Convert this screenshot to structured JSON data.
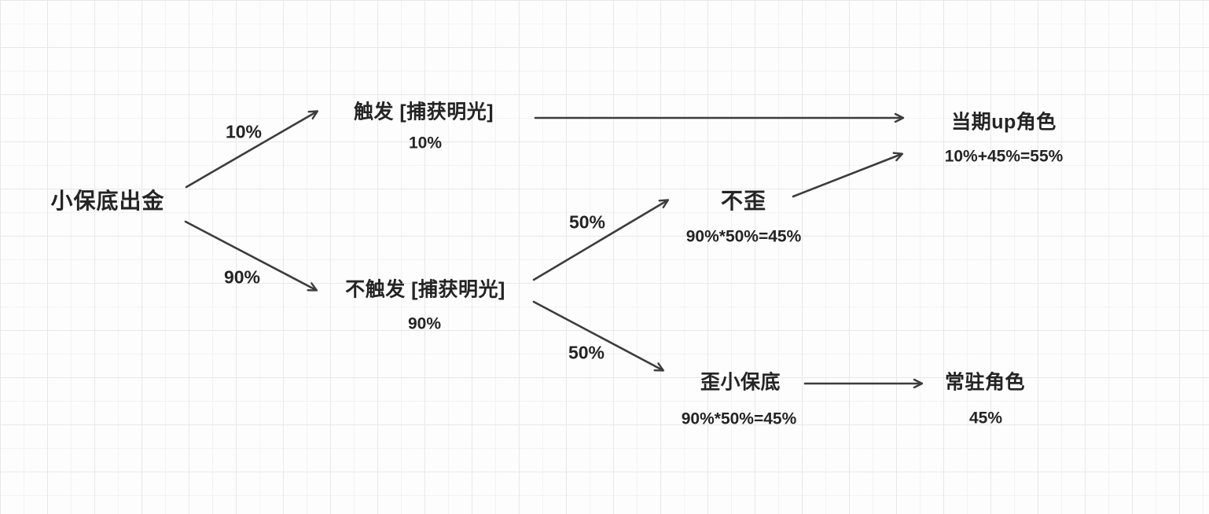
{
  "colors": {
    "bg": "#fdfdfd",
    "grid_minor": "#f3f3f3",
    "grid_major": "#e8e8e8",
    "line_color": "#3c3c3c",
    "text_color": "#242424"
  },
  "diagram": {
    "root": {
      "title": "小保底出金"
    },
    "branch_trigger": {
      "edge_probability": "10%",
      "title": "触发 [捕获明光]",
      "sub": "10%"
    },
    "branch_no_trigger": {
      "edge_probability": "90%",
      "title": "不触发 [捕获明光]",
      "sub": "90%"
    },
    "branch_not_crooked": {
      "edge_probability": "50%",
      "title": "不歪",
      "sub": "90%*50%=45%"
    },
    "branch_crooked": {
      "edge_probability": "50%",
      "title": "歪小保底",
      "sub": "90%*50%=45%"
    },
    "outcome_up": {
      "title": "当期up角色",
      "sub": "10%+45%=55%"
    },
    "outcome_standard": {
      "title": "常驻角色",
      "sub": "45%"
    }
  }
}
